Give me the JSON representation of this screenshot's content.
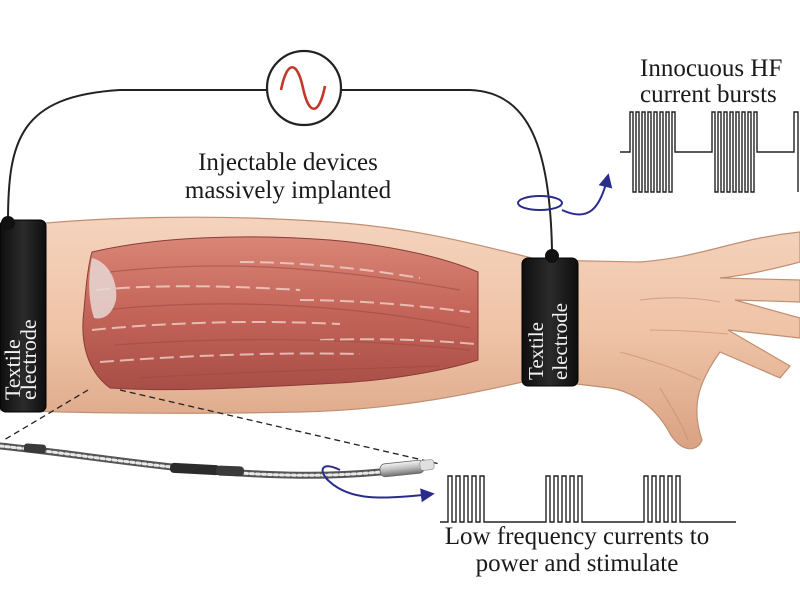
{
  "labels": {
    "implant": [
      "Injectable devices",
      "massively implanted"
    ],
    "hf": [
      "Innocuous HF",
      "current bursts"
    ],
    "lf": [
      "Low frequency currents to",
      "power and stimulate"
    ],
    "left_electrode": [
      "Textile",
      "electrode"
    ],
    "right_electrode": [
      "Textile",
      "electrode"
    ]
  },
  "icons": [
    "ac-source-icon",
    "coil-icon",
    "arrow-icon",
    "muscle-icon",
    "hand-icon",
    "implant-icon"
  ],
  "colors": {
    "skin": "#f0c6ac",
    "muscle": "#c86a5e",
    "band": "#1b1b1b",
    "wire": "#222222",
    "ac_wave": "#c0392b",
    "arrow": "#2a2c8c",
    "waveform": "#222222"
  }
}
